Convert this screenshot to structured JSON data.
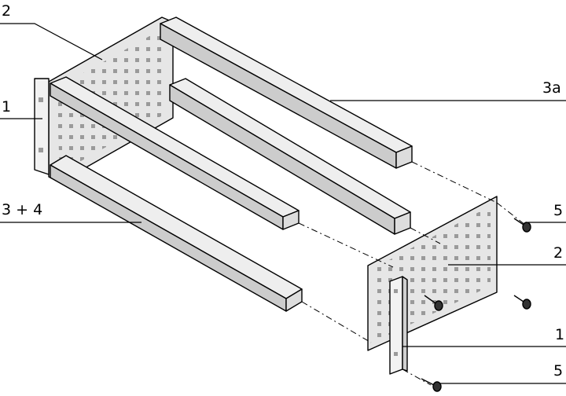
{
  "labels": {
    "side_panel_top_left": "2",
    "front_panel_left": "1",
    "rails_bottom_left": "3 + 4",
    "rail_top_right": "3a",
    "screw_top_right": "5",
    "side_panel_right": "2",
    "front_panel_right": "1",
    "screw_bottom_right": "5"
  },
  "colors": {
    "line": "#000000",
    "panel_fill": "#e6e6e6",
    "rail_fill": "#eeeeee",
    "rail_shade": "#cccccc",
    "hole_fill": "#9a9a9a",
    "background": "#ffffff"
  }
}
